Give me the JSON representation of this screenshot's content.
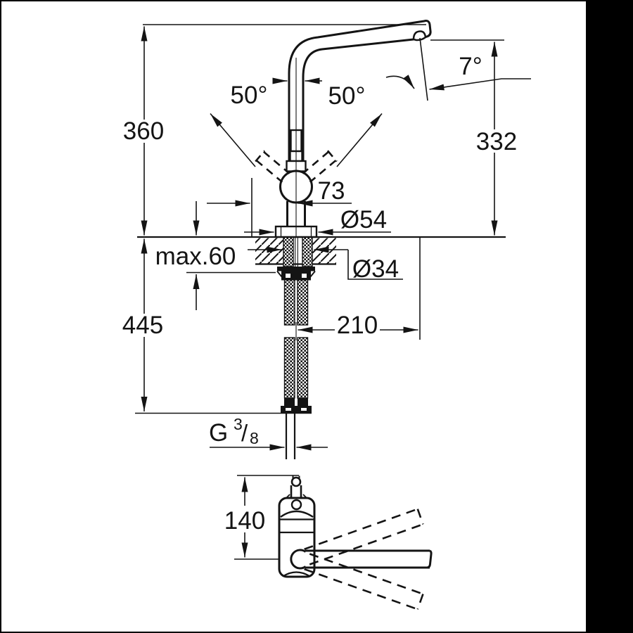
{
  "drawing": {
    "kind": "technical-dimension-drawing",
    "subject": "single-lever kitchen mixer tap with high L-shaped swivel spout, side elevation and plan view",
    "line_color": "#141414",
    "background_color": "#ffffff",
    "border_color": "#000000"
  },
  "labels": {
    "height_above_deck": "360",
    "spout_outlet_height": "332",
    "swivel_left": "50°",
    "swivel_right": "50°",
    "outlet_angle": "7°",
    "lever_reach": "73",
    "base_diameter": "Ø54",
    "max_deck_thickness": "max.60",
    "shank_diameter": "Ø34",
    "below_deck_length": "445",
    "spout_reach": "210",
    "lever_length_plan": "140",
    "thread": {
      "prefix": "G",
      "numerator": "3",
      "slash": "/",
      "denominator": "8"
    }
  }
}
